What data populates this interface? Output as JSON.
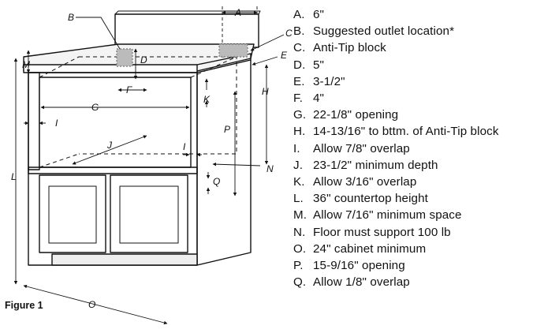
{
  "figure": {
    "caption": "Figure 1",
    "labels": {
      "A": "A",
      "B": "B",
      "C": "C",
      "D": "D",
      "E": "E",
      "F": "F",
      "G": "G",
      "H": "H",
      "I": "I",
      "J": "J",
      "K": "K",
      "L": "L",
      "M": "M",
      "N": "N",
      "O": "O",
      "P": "P",
      "Q": "Q"
    }
  },
  "legend": [
    {
      "key": "A.",
      "text": "6\""
    },
    {
      "key": "B.",
      "text": "Suggested outlet location*"
    },
    {
      "key": "C.",
      "text": "Anti-Tip block"
    },
    {
      "key": "D.",
      "text": "5\""
    },
    {
      "key": "E.",
      "text": "3-1/2\""
    },
    {
      "key": "F.",
      "text": "4\""
    },
    {
      "key": "G.",
      "text": "22-1/8\" opening"
    },
    {
      "key": "H.",
      "text": "14-13/16\" to bttm. of Anti-Tip block"
    },
    {
      "key": "I.",
      "text": "Allow 7/8\" overlap"
    },
    {
      "key": "J.",
      "text": "23-1/2\" minimum depth"
    },
    {
      "key": "K.",
      "text": "Allow 3/16\" overlap"
    },
    {
      "key": "L.",
      "text": "36\" countertop height"
    },
    {
      "key": "M.",
      "text": "Allow 7/16\" minimum space"
    },
    {
      "key": "N.",
      "text": "Floor must support 100 lb"
    },
    {
      "key": "O.",
      "text": "24\" cabinet minimum"
    },
    {
      "key": "P.",
      "text": "15-9/16\" opening"
    },
    {
      "key": "Q.",
      "text": "Allow 1/8\" overlap"
    }
  ]
}
